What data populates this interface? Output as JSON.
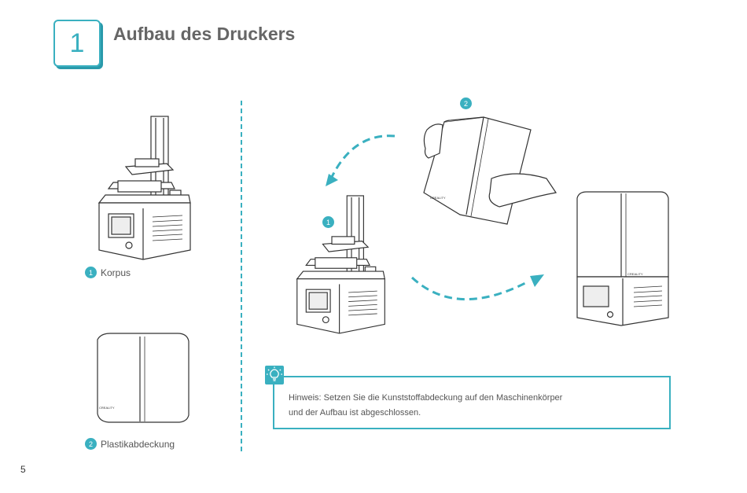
{
  "header": {
    "section_number": "1",
    "title": "Aufbau des Druckers"
  },
  "parts": [
    {
      "number": "1",
      "label": "Korpus"
    },
    {
      "number": "2",
      "label": "Plastikabdeckung"
    }
  ],
  "assembly": {
    "step_cover": "2",
    "step_body": "1",
    "brand": "CREALITY"
  },
  "note": {
    "icon": "lightbulb-icon",
    "line1": "Hinweis: Setzen Sie die Kunststoffabdeckung auf den Maschinenkörper",
    "line2": "und der Aufbau ist abgeschlossen."
  },
  "footer": {
    "page_number": "5"
  },
  "colors": {
    "accent": "#3ab0c0",
    "title": "#666666"
  }
}
